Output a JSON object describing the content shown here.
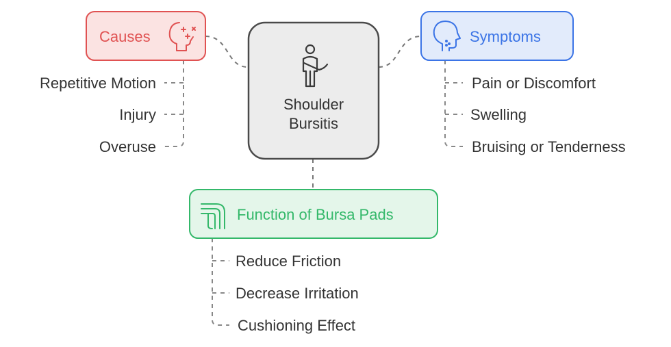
{
  "center": {
    "label_line1": "Shoulder",
    "label_line2": "Bursitis",
    "icon": "arm-sling-person-icon"
  },
  "causes": {
    "title": "Causes",
    "icon": "head-brain-sparkle-icon",
    "color": "#e05252",
    "fill": "#fbe3e2",
    "items": [
      "Repetitive Motion",
      "Injury",
      "Overuse"
    ]
  },
  "symptoms": {
    "title": "Symptoms",
    "icon": "head-face-icon",
    "color": "#3b74e6",
    "fill": "#e2ebfb",
    "items": [
      "Pain or Discomfort",
      "Swelling",
      "Bruising or Tenderness"
    ]
  },
  "function": {
    "title": "Function of Bursa Pads",
    "icon": "joint-pad-icon",
    "color": "#34b86a",
    "fill": "#e4f6ea",
    "items": [
      "Reduce Friction",
      "Decrease Irritation",
      "Cushioning Effect"
    ]
  }
}
